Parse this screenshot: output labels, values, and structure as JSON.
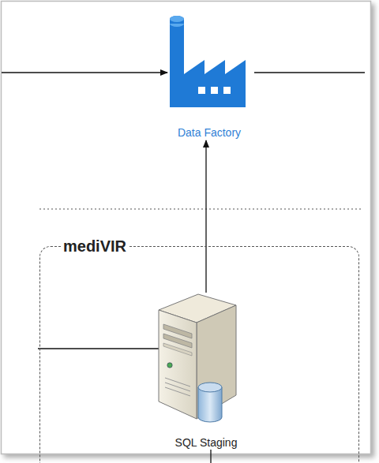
{
  "diagram": {
    "nodes": [
      {
        "text": [
          "Data Factory"
        ]
      },
      {
        "text": [
          "mediVIR"
        ]
      },
      {
        "text": [
          "SQL Staging"
        ],
        "in": 1
      }
    ],
    "edges": [
      {
        "from": 2,
        "to": 0,
        "arrow": "to"
      }
    ]
  }
}
